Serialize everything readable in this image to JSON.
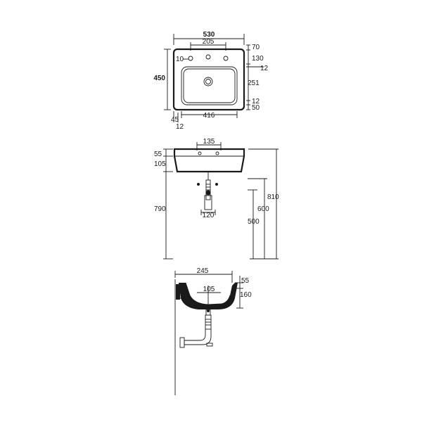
{
  "top_view": {
    "width_overall": "530",
    "tap_spacing": "205",
    "bowl_width": "416",
    "depth_overall": "450",
    "left_offset": "10",
    "right_dims": [
      "70",
      "130",
      "12",
      "251",
      "12",
      "50"
    ],
    "bottom_left_dims": [
      "45",
      "12"
    ]
  },
  "front_view": {
    "hole_spacing": "135",
    "rim_height": "55",
    "basin_height": "105",
    "waste_height_left": "790",
    "total_height": "810",
    "mid_height": "600",
    "floor_height": "500",
    "trap_width": "120"
  },
  "side_view": {
    "projection": "245",
    "inner_depth": "105",
    "rim_height": "55",
    "basin_height": "160"
  }
}
